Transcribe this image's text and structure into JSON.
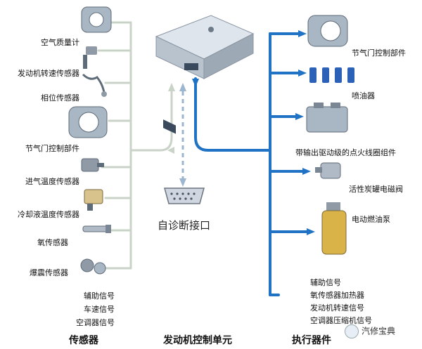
{
  "sensors": [
    "空气质量计",
    "发动机转速传感器",
    "相位传感器",
    "节气门控制部件",
    "进气温度传感器",
    "冷却液温度传感器",
    "氧传感器",
    "爆震传感器",
    "辅助信号",
    "车速信号",
    "空调器信号"
  ],
  "actuators": [
    "节气门控制部件",
    "喷油器",
    "带输出驱动级的点火线圈组件",
    "活性炭罐电磁阀",
    "电动燃油泵",
    "辅助信号",
    "氧传感器加热器",
    "发动机转速信号",
    "空调器压缩机信号"
  ],
  "diagnostic_label": "自诊断接口",
  "footer": {
    "left": "传感器",
    "center": "发动机控制单元",
    "right": "执行器件"
  },
  "watermark": "汽修宝典",
  "colors": {
    "sensor_wire": "#c9d3c7",
    "actuator_wire": "#1f72c4",
    "diag_wire": "#9db5cf"
  }
}
